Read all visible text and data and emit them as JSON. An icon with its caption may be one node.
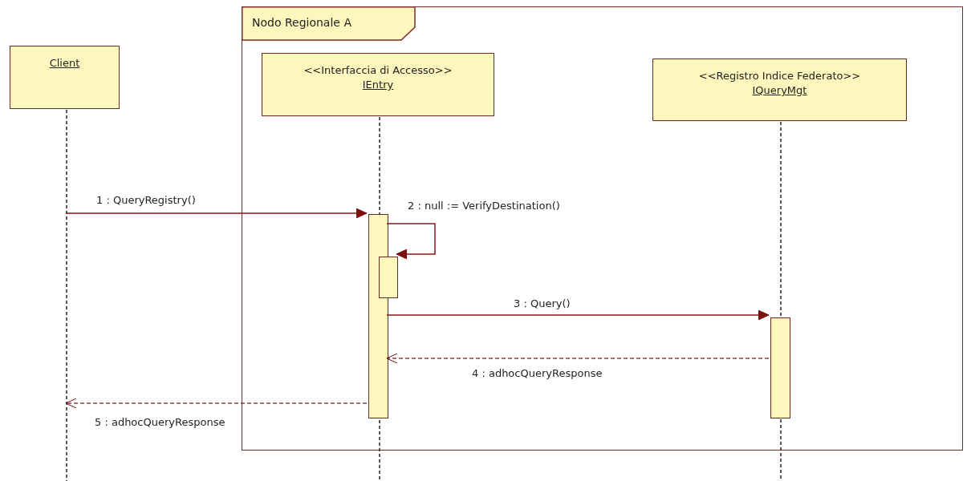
{
  "diagram": {
    "nodes": [
      {
        "text": [
          "Nodo Regionale A"
        ]
      },
      {
        "text": [
          "Client"
        ]
      },
      {
        "text": [
          "<<Interfaccia di Accesso>>",
          "IEntry"
        ],
        "in": 0
      },
      {
        "text": [
          "<<Registro Indice Federato>>",
          "IQueryMgt"
        ],
        "in": 0
      },
      {
        "text": [],
        "shape": "bar",
        "in": 2
      },
      {
        "text": [],
        "shape": "bar",
        "in": 2
      },
      {
        "text": [],
        "shape": "bar",
        "in": 3
      }
    ],
    "edges": [
      {
        "from": 1,
        "to": 4,
        "arrow": "to",
        "label": "1 : QueryRegistry()"
      },
      {
        "from": 4,
        "to": 5,
        "arrow": "to",
        "label": "2 : null := VerifyDestination()"
      },
      {
        "from": 4,
        "to": 6,
        "arrow": "to",
        "label": "3 : Query()"
      },
      {
        "from": 6,
        "to": 4,
        "arrow": "to",
        "label": "4 : adhocQueryResponse",
        "style": "dashed"
      },
      {
        "from": 4,
        "to": 1,
        "arrow": "to",
        "label": "5 : adhocQueryResponse",
        "style": "dashed"
      }
    ]
  }
}
